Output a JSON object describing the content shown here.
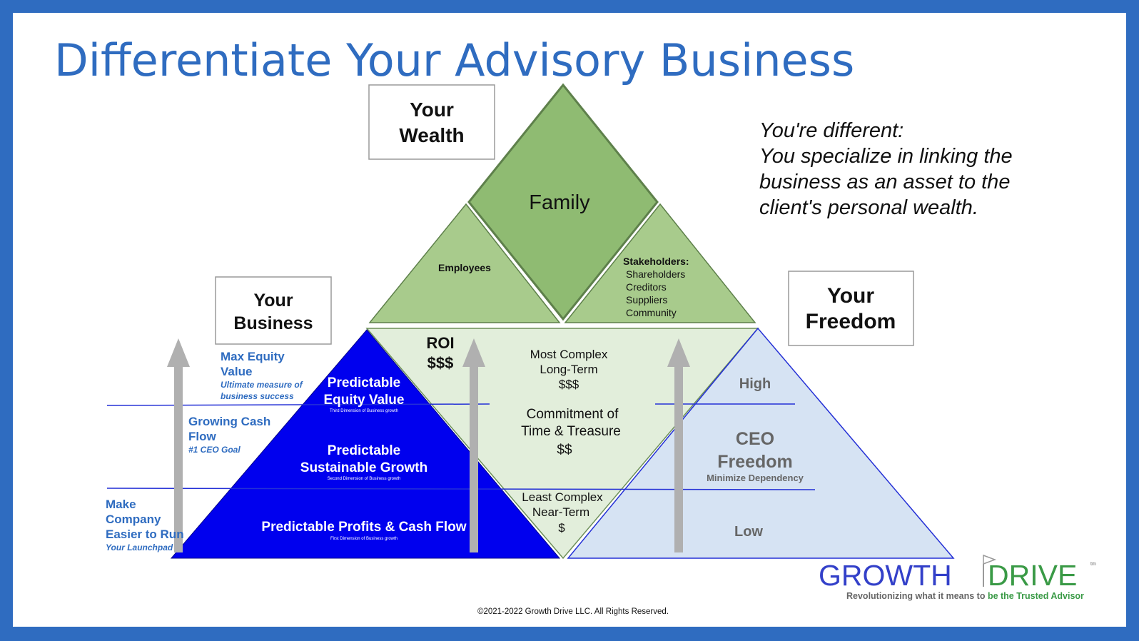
{
  "slide": {
    "title": "Differentiate Your Advisory Business",
    "copyright": "©2021-2022 Growth Drive LLC. All Rights Reserved."
  },
  "boxes": {
    "wealth": [
      "Your",
      "Wealth"
    ],
    "business": [
      "Your",
      "Business"
    ],
    "freedom": [
      "Your",
      "Freedom"
    ]
  },
  "tagline": [
    "You're different:",
    "You specialize in linking the",
    "business as an asset to the",
    "client's personal wealth."
  ],
  "top_pyramid": {
    "center": "Family",
    "left": "Employees",
    "right_title": "Stakeholders:",
    "right_items": [
      "Shareholders",
      "Creditors",
      "Suppliers",
      "Community"
    ]
  },
  "middle": {
    "roi": [
      "ROI",
      "$$$"
    ],
    "top": [
      "Most Complex",
      "Long-Term",
      "$$$"
    ],
    "mid": [
      "Commitment of",
      "Time & Treasure",
      "$$"
    ],
    "bottom": [
      "Least Complex",
      "Near-Term",
      "$"
    ]
  },
  "business_pyramid": {
    "levels": [
      {
        "title": [
          "Predictable",
          "Equity Value"
        ],
        "sub": "Third Dimension of Business growth"
      },
      {
        "title": [
          "Predictable",
          "Sustainable Growth"
        ],
        "sub": "Second Dimension of Business growth"
      },
      {
        "title": [
          "Predictable Profits & Cash Flow"
        ],
        "sub": "First Dimension of Business growth"
      }
    ]
  },
  "business_side": [
    {
      "title": [
        "Max Equity",
        "Value"
      ],
      "sub": [
        "Ultimate measure of",
        "business success"
      ]
    },
    {
      "title": [
        "Growing Cash",
        "Flow"
      ],
      "sub": [
        "#1 CEO Goal"
      ]
    },
    {
      "title": [
        "Make",
        "Company",
        "Easier to Run"
      ],
      "sub": [
        "Your Launchpad"
      ]
    }
  ],
  "freedom_pyramid": {
    "high": "High",
    "center": [
      "CEO",
      "Freedom"
    ],
    "center_sub": "Minimize Dependency",
    "low": "Low"
  },
  "logo": {
    "growth": "GROWTH",
    "drive": "DRIVE",
    "tm": "tm",
    "tagline_a": "Revolutionizing what it means to ",
    "tagline_b": "be the Trusted Advisor"
  },
  "colors": {
    "frame": "#2f6cc0",
    "business_blue": "#0000ee",
    "freedom_fill": "#d6e3f3",
    "middle_fill": "#e2eedb",
    "green_dark": "#8fbb72",
    "green_light": "#a8cb8c",
    "logo_blue": "#3340c9",
    "logo_green": "#3a9a46"
  }
}
